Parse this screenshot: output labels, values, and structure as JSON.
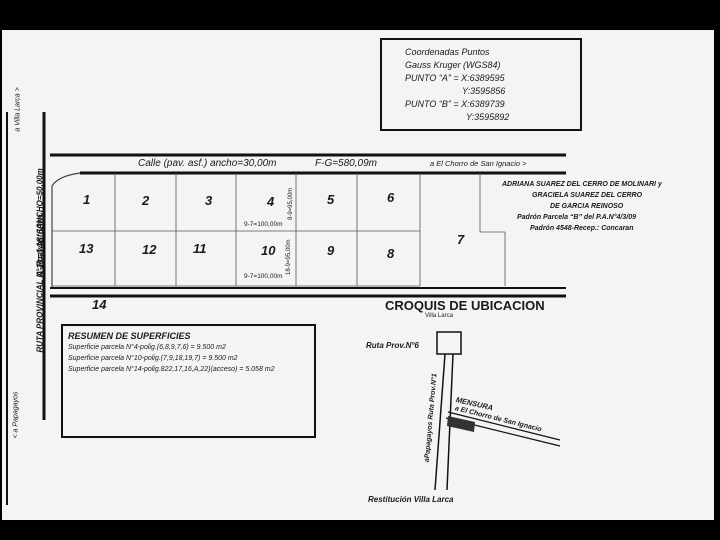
{
  "coordinates": {
    "title_line1": "Coordenadas Puntos",
    "title_line2": "Gauss Kruger (WGS84)",
    "point_a_x": "PUNTO “A” = X:6389595",
    "point_a_y": "Y:3595856",
    "point_b_x": "PUNTO “B” = X:6389739",
    "point_b_y": "Y:3595892"
  },
  "street": {
    "calle_label": "Calle  (pav. asf.) ancho=30,00m",
    "fg_label": "F-G=580,09m",
    "chorro_label": "a El Chorro de San Ignacio >"
  },
  "side": {
    "villa_larca_top": "a Villa Larca  >",
    "ruta_label": "RUTA PROVINCIAL N°1(pav.asf.)ANCHO=50,00m",
    "ab_label": "A-B=146,60m",
    "papagayos_label": "<  a Papagayos"
  },
  "parcels": {
    "p1": "1",
    "p2": "2",
    "p3": "3",
    "p4": "4",
    "p5": "5",
    "p6": "6",
    "p7": "7",
    "p8": "8",
    "p9": "9",
    "p10": "10",
    "p11": "11",
    "p12": "12",
    "p13": "13",
    "p14": "14"
  },
  "dims": {
    "d97_upper": "9-7=100,00m",
    "d89": "8-9=95,00m",
    "d97_lower": "9-7=100,00m",
    "d189": "18-9=95,00m"
  },
  "owners": {
    "line1": "ADRIANA SUAREZ DEL CERRO DE MOLINARI y",
    "line2": "GRACIELA SUAREZ DEL CERRO",
    "line3": "DE GARCIA REINOSO",
    "line4": "Padrón Parcela “B” del P.A.N°4/3/09",
    "line5": "Padrón 4548-Recep.: Concaran"
  },
  "croquis": {
    "title": "CROQUIS DE UBICACION",
    "subtitle": "Villa Larca"
  },
  "summary": {
    "title": "RESUMEN DE SUPERFICIES",
    "row1": "Superficie parcela N°4-polig.(6,8,9,7,6)          = 9.500 m2",
    "row2": "Superficie parcela N°10-polig.(7,9,18,19,7) = 9.500 m2",
    "row3": "Superficie parcela N°14-polig.822,17,16,A,22)(acceso) = 5.058 m2"
  },
  "location_map": {
    "ruta6": "Ruta Prov.N°6",
    "ruta1": "aPapagayos Ruta Prov.N°1",
    "mensura": "MENSURA",
    "chorro": "a El Chorro de San Ignacio"
  },
  "footer": {
    "restitucion": "Restitución Villa Larca"
  }
}
